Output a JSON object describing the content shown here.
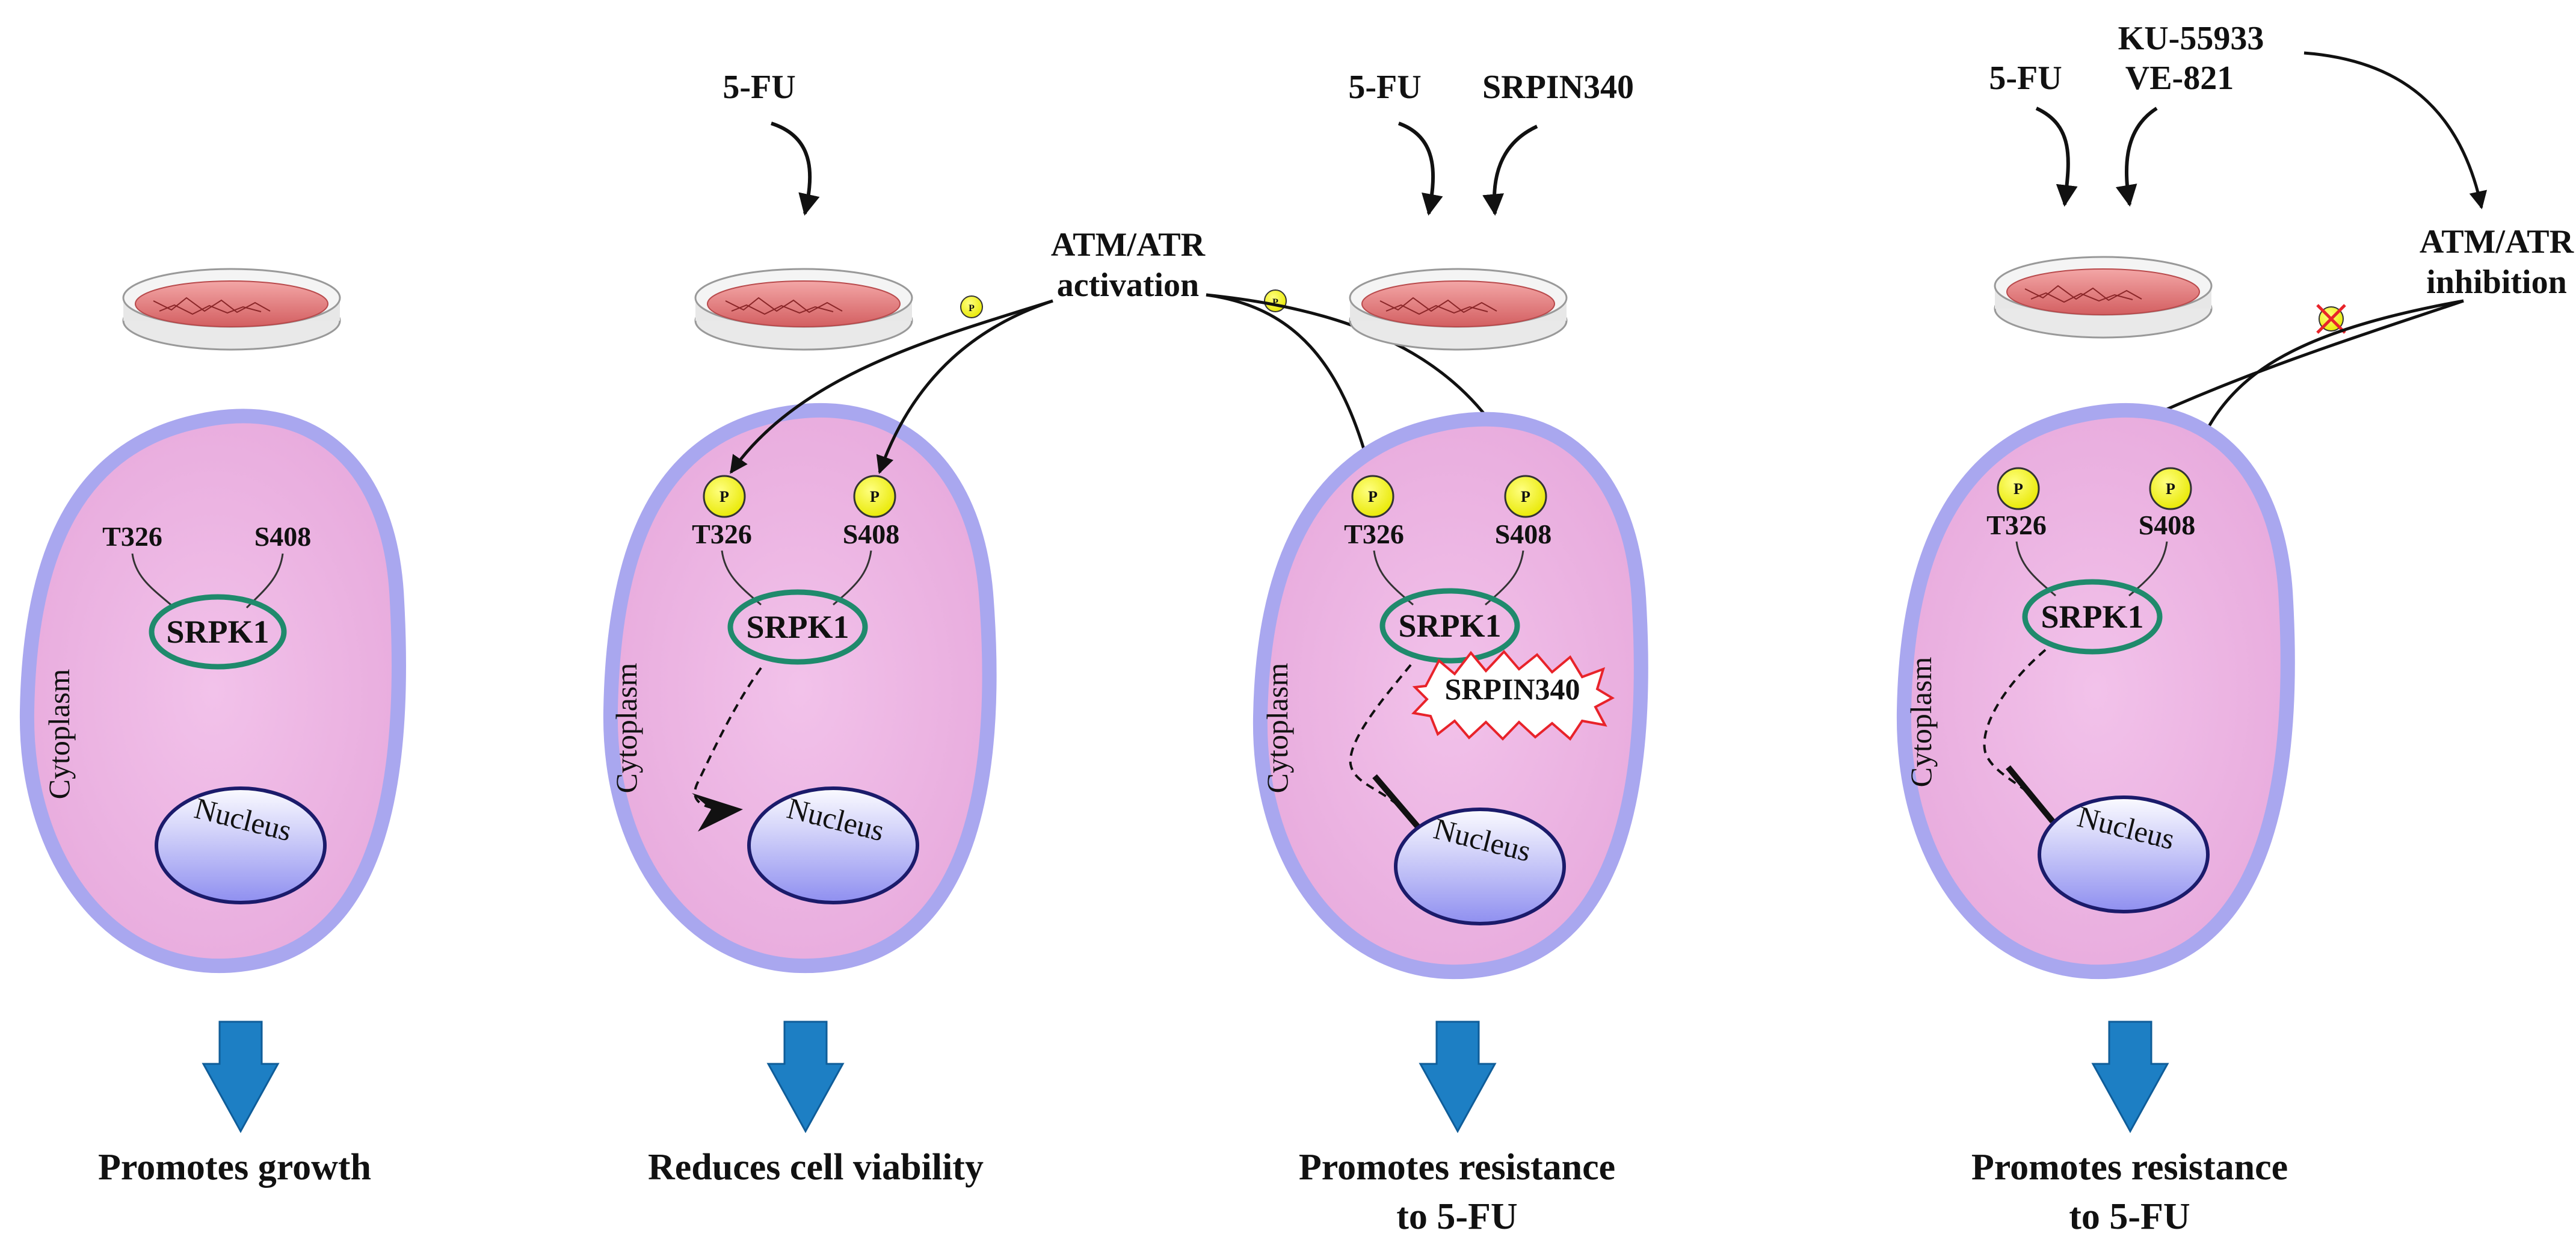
{
  "panels": [
    {
      "sites": [
        "T326",
        "S408"
      ],
      "enzyme": "SRPK1",
      "compartment": "Cytoplasm",
      "nucleus": "Nucleus",
      "outcome": [
        "Promotes growth"
      ]
    },
    {
      "drugs": [
        "5-FU"
      ],
      "sites": [
        "T326",
        "S408"
      ],
      "enzyme": "SRPK1",
      "compartment": "Cytoplasm",
      "nucleus": "Nucleus",
      "outcome": [
        "Reduces cell viability"
      ]
    },
    {
      "drugs": [
        "5-FU",
        "SRPIN340"
      ],
      "sites": [
        "T326",
        "S408"
      ],
      "enzyme": "SRPK1",
      "inhibitor": "SRPIN340",
      "compartment": "Cytoplasm",
      "nucleus": "Nucleus",
      "outcome": [
        "Promotes resistance",
        "to 5-FU"
      ]
    },
    {
      "drugs": [
        "5-FU",
        "KU-55933",
        "VE-821"
      ],
      "sites": [
        "T326",
        "S408"
      ],
      "enzyme": "SRPK1",
      "compartment": "Cytoplasm",
      "nucleus": "Nucleus",
      "outcome": [
        "Promotes resistance",
        "to 5-FU"
      ]
    }
  ],
  "kinase_activation": [
    "ATM/ATR",
    "activation"
  ],
  "kinase_inhibition": [
    "ATM/ATR",
    "inhibition"
  ],
  "phospho_symbol": "P",
  "colors": {
    "cell_fill": "#ecb1e0",
    "cell_border": "#a9a7ef",
    "enzyme_ring": "#1f8a6c",
    "nucleus_top": "#fafaff",
    "nucleus_bottom": "#8f8ff0",
    "phospho": "#f2f21a",
    "output_arrow": "#1d7fc4",
    "dish": "#cf5356",
    "burst": "#e8232a"
  }
}
